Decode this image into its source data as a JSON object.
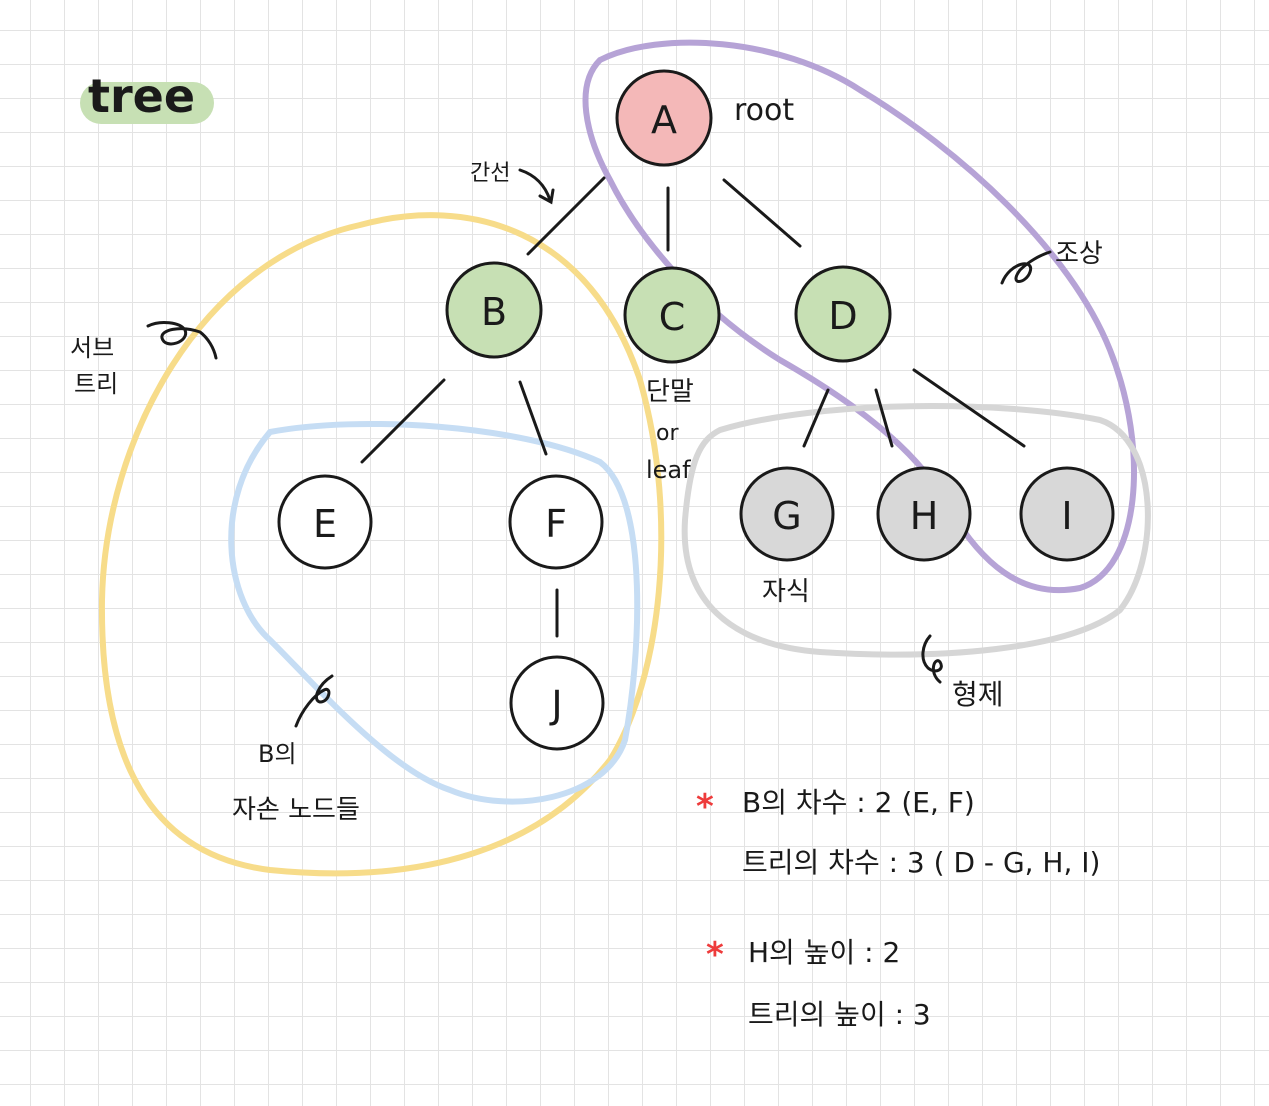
{
  "title": "tree",
  "colors": {
    "root": "#f4b8b8",
    "level1": "#c7e0b4",
    "leaf_group": "#d8d8d8",
    "plain": "#ffffff",
    "subtree_loop": "#f7dc8a",
    "descendants_loop": "#c6ddf4",
    "ancestors_loop": "#b6a3d6",
    "siblings_loop": "#d6d6d6",
    "title_highlight": "#c7e0b4",
    "star": "#ee3b3b"
  },
  "nodes": {
    "A": "A",
    "B": "B",
    "C": "C",
    "D": "D",
    "E": "E",
    "F": "F",
    "G": "G",
    "H": "H",
    "I": "I",
    "J": "J"
  },
  "labels": {
    "root": "root",
    "edge": "간선",
    "ancestor": "조상",
    "subtree_line1": "서브",
    "subtree_line2": "트리",
    "terminal_line1": "단말",
    "terminal_line2": "or",
    "terminal_line3": "leaf",
    "child": "자식",
    "sibling": "형제",
    "descendants_line1": "B의",
    "descendants_line2": "자손 노드들"
  },
  "notes": {
    "star": "*",
    "degree_b": "B의 차수 : 2 (E, F)",
    "degree_tree": "트리의 차수 : 3 ( D - G, H, I)",
    "height_h": "H의 높이 : 2",
    "height_tree": "트리의 높이 : 3"
  }
}
